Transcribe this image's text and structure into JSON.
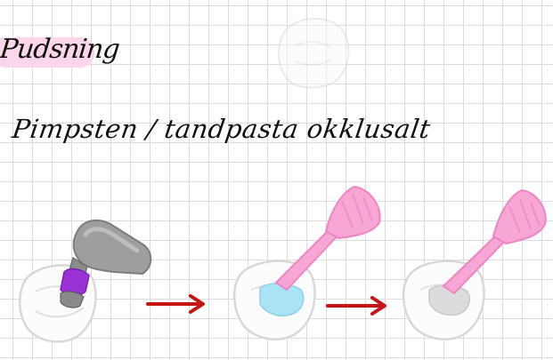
{
  "heading": {
    "text": "Pudsning",
    "highlight_color": "#fbd6ea"
  },
  "subheading": {
    "text": "Pimpsten / tandpasta okklusalt"
  },
  "illustrations": {
    "steps": [
      "tooth-top",
      "tooth-with-polisher",
      "tooth-with-paste-brush",
      "tooth-with-polished-brush"
    ],
    "brush_color": "#f7a6d6",
    "polisher_grip_color": "#9b32d6",
    "paste_color": "#a9e3f5",
    "arrow_color": "#c71414"
  }
}
